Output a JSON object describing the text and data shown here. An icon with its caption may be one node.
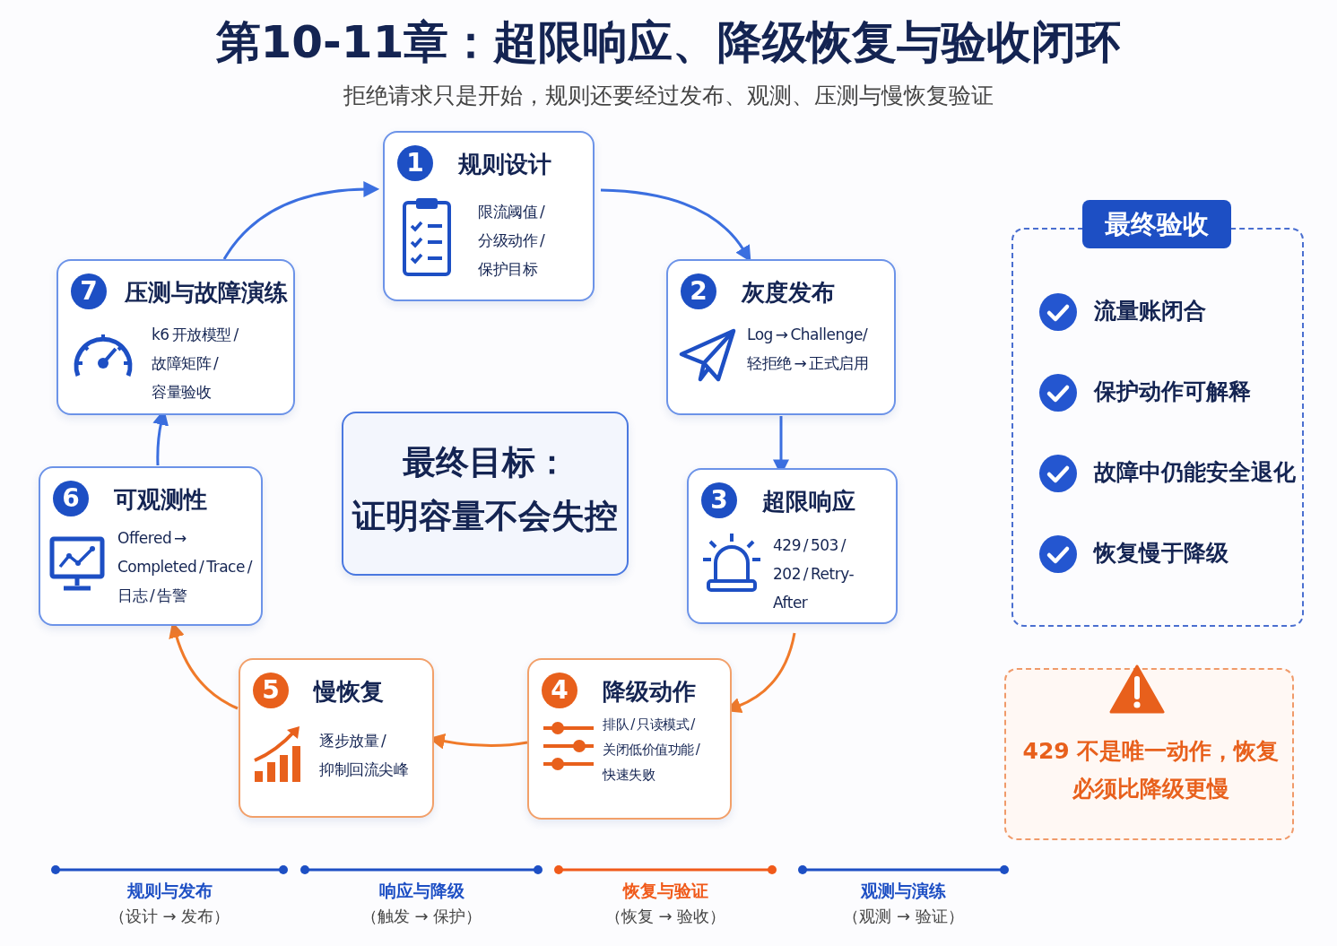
{
  "diagram": {
    "title": "第10-11章：超限响应、降级恢复与验收闭环",
    "nodes": [
      {
        "text": [
          "1",
          "规则设计",
          "限流阈值 / 分级动作 / 保护目标"
        ]
      },
      {
        "text": [
          "2",
          "灰度发布",
          "Log → Challenge/轻拒绝 → 正式启用"
        ]
      },
      {
        "text": [
          "3",
          "超限响应",
          "429 / 503 / 202 / Retry-After"
        ]
      },
      {
        "text": [
          "4",
          "降级动作",
          "排队 / 只读模式 / 关闭低价值功能 / 快速失败"
        ]
      },
      {
        "text": [
          "5",
          "慢恢复",
          "逐步放量 / 抑制回流尖峰"
        ]
      },
      {
        "text": [
          "6",
          "可观测性",
          "Offered → Completed / Trace / 日志 / 告警"
        ]
      },
      {
        "text": [
          "7",
          "压测与故障演练",
          "k6 开放模型 / 故障矩阵 / 容量验收"
        ]
      },
      {
        "text": [
          "最终目标：",
          "证明容量不会失控"
        ]
      },
      {
        "text": [
          "最终验收",
          "流量账闭合",
          "保护动作可解释",
          "故障中仍能安全退化",
          "恢复慢于降级"
        ]
      },
      {
        "text": [
          "429 不是唯一动作，恢复必须比降级更慢"
        ]
      }
    ],
    "edges": [
      {
        "from": 6,
        "to": 0,
        "arrow": "to"
      },
      {
        "from": 0,
        "to": 1,
        "arrow": "to"
      },
      {
        "from": 1,
        "to": 2,
        "arrow": "to"
      },
      {
        "from": 2,
        "to": 3,
        "arrow": "to",
        "color": "#f07a2a"
      },
      {
        "from": 3,
        "to": 4,
        "arrow": "to",
        "color": "#f07a2a"
      },
      {
        "from": 4,
        "to": 5,
        "arrow": "to",
        "color": "#f07a2a"
      },
      {
        "from": 5,
        "to": 6,
        "arrow": "to"
      }
    ],
    "labels": [
      "拒绝请求只是开始，规则还要经过发布、观测、压测与慢恢复验证",
      "规则与发布",
      "（设计 → 发布）",
      "响应与降级",
      "（触发 → 保护）",
      "恢复与验证",
      "（恢复 → 验收）",
      "观测与演练",
      "（观测 → 验证）"
    ]
  }
}
